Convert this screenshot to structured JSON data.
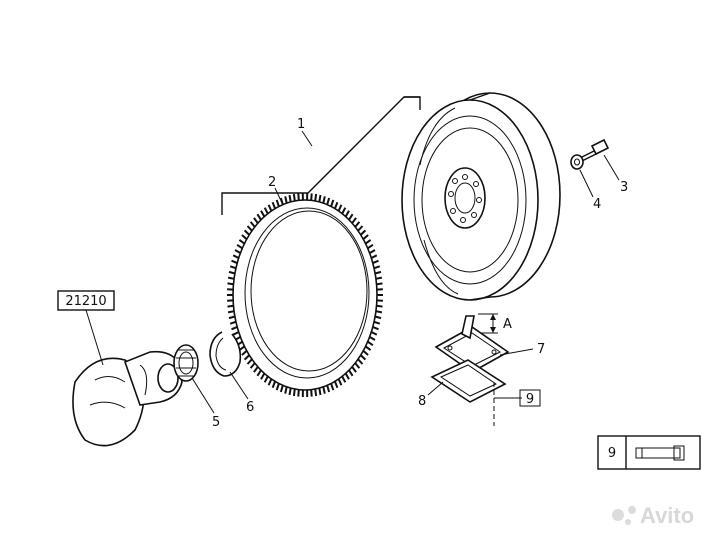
{
  "diagram": {
    "callouts": {
      "c1": "1",
      "c2": "2",
      "c3": "3",
      "c4": "4",
      "c5": "5",
      "c6": "6",
      "c7": "7",
      "c8": "8",
      "c9": "9"
    },
    "ref_box_label": "21210",
    "dimension_label": "A",
    "legend_box": {
      "number": "9"
    },
    "watermark": "Avito"
  }
}
